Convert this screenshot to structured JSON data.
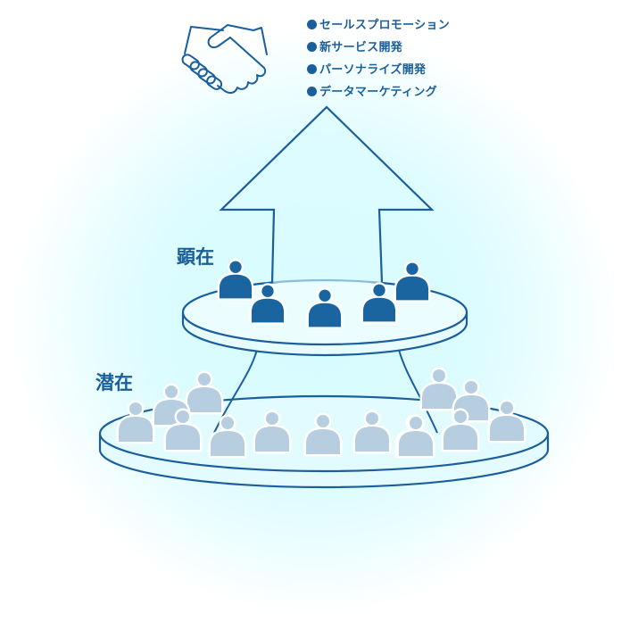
{
  "colors": {
    "line": "#1a5e9c",
    "overt_person": "#1a64a0",
    "latent_person": "#b7cde0",
    "background": "#dcfcff"
  },
  "icons": {
    "top": "handshake-icon",
    "person": "person-icon"
  },
  "benefits": [
    {
      "label": "セールスプロモーション"
    },
    {
      "label": "新サービス開発"
    },
    {
      "label": "パーソナライズ開発"
    },
    {
      "label": "データマーケティング"
    }
  ],
  "tiers": {
    "overt": {
      "label": "顕在",
      "person_count": 5
    },
    "latent": {
      "label": "潜在",
      "person_count": 14
    }
  }
}
